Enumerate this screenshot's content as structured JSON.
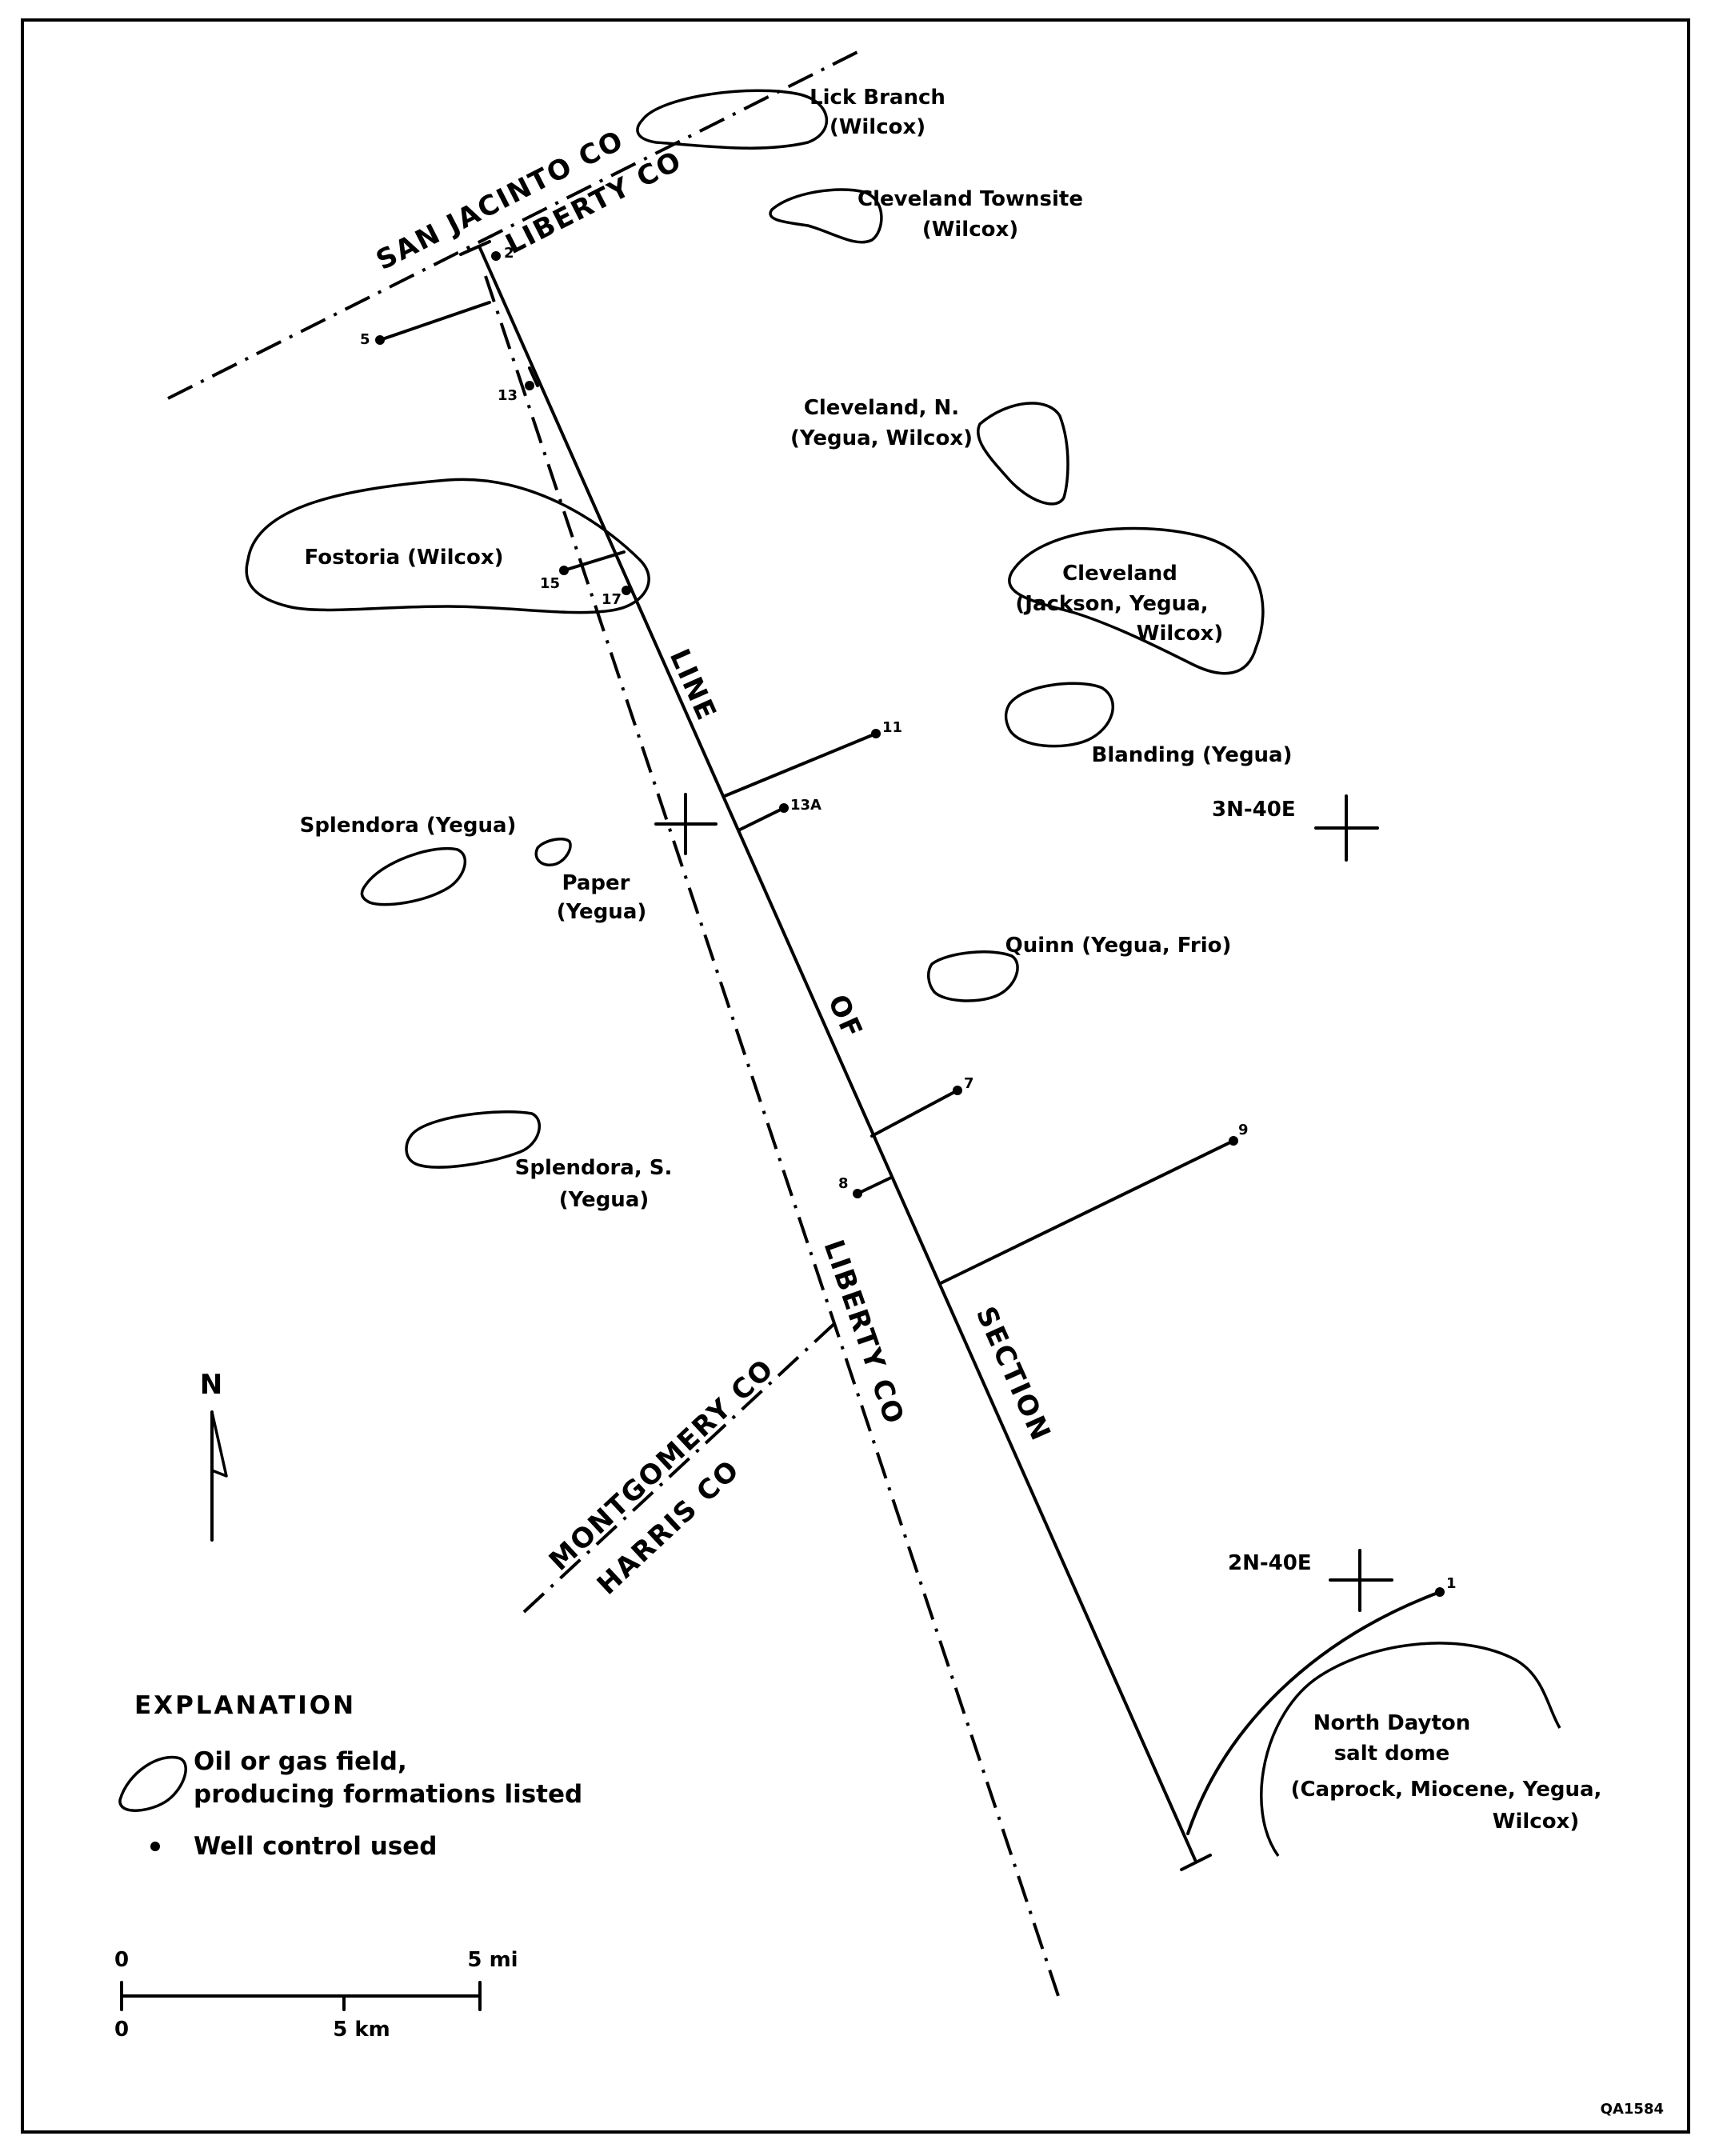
{
  "county_lines": {
    "san_jacinto": "SAN JACINTO CO",
    "liberty_north": "LIBERTY CO",
    "liberty_south": "LIBERTY CO",
    "montgomery": "MONTGOMERY CO",
    "harris": "HARRIS CO"
  },
  "section_line": {
    "word1": "LINE",
    "word2": "OF",
    "word3": "SECTION"
  },
  "fields": {
    "lick_branch": {
      "name": "Lick Branch",
      "formations": "(Wilcox)"
    },
    "cleveland_townsite": {
      "name": "Cleveland Townsite",
      "formations": "(Wilcox)"
    },
    "cleveland_n": {
      "name": "Cleveland, N.",
      "formations": "(Yegua, Wilcox)"
    },
    "fostoria": {
      "name": "Fostoria (Wilcox)"
    },
    "cleveland": {
      "name": "Cleveland",
      "line2": "(Jackson, Yegua,",
      "line3": "Wilcox)"
    },
    "blanding": {
      "name": "Blanding (Yegua)"
    },
    "splendora": {
      "name": "Splendora (Yegua)"
    },
    "paper": {
      "name": "Paper",
      "formations": "(Yegua)"
    },
    "quinn": {
      "name": "Quinn (Yegua, Frio)"
    },
    "splendora_s": {
      "name": "Splendora, S.",
      "formations": "(Yegua)"
    },
    "north_dayton": {
      "name": "North Dayton",
      "line2": "salt dome",
      "line3": "(Caprock, Miocene, Yegua,",
      "line4": "Wilcox)"
    }
  },
  "wells": {
    "w1": "1",
    "w2": "2",
    "w5": "5",
    "w7": "7",
    "w8": "8",
    "w9": "9",
    "w11": "11",
    "w13": "13",
    "w13a": "13A",
    "w15": "15",
    "w17": "17"
  },
  "grid_marks": {
    "mark_3n40e": "3N-40E",
    "mark_2n40e": "2N-40E"
  },
  "north_arrow": {
    "label": "N",
    "icon": "north-arrow-icon"
  },
  "legend": {
    "title": "EXPLANATION",
    "field_line1": "Oil or gas field,",
    "field_line2": "producing formations listed",
    "well_label": "Well control used"
  },
  "scale": {
    "mi_zero": "0",
    "mi_label": "5 mi",
    "km_zero": "0",
    "km_label": "5 km"
  },
  "figure_id": "QA1584"
}
